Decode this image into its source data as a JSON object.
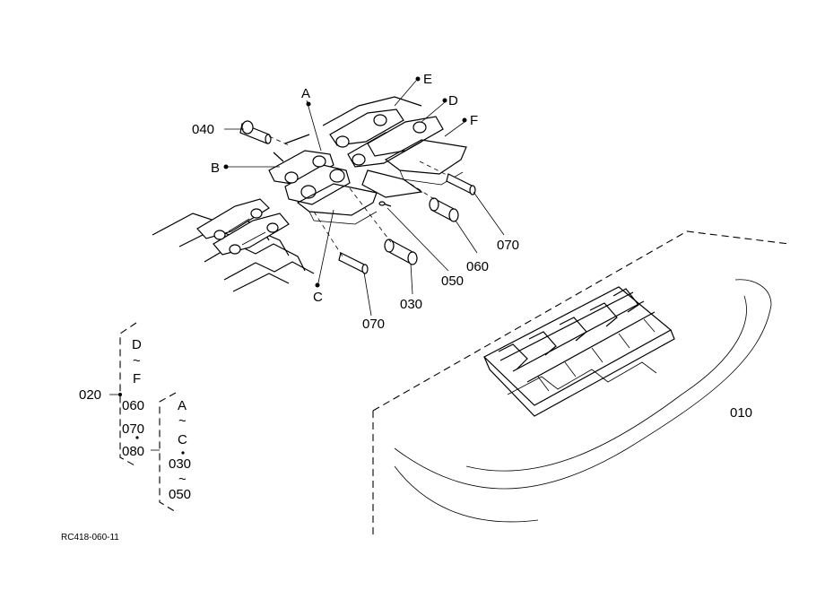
{
  "callouts": {
    "a": "A",
    "b": "B",
    "c": "C",
    "d": "D",
    "e": "E",
    "f": "F",
    "p040": "040",
    "p050": "050",
    "p060": "060",
    "p070_right": "070",
    "p070_left": "070",
    "p030": "030",
    "p010": "010"
  },
  "legend": {
    "p020": "020",
    "d": "D",
    "tilde1": "~",
    "f": "F",
    "p060": "060",
    "p070": "070",
    "p080": "080",
    "a": "A",
    "tilde2": "~",
    "c": "C",
    "p030": "030",
    "tilde3": "~",
    "p050": "050"
  },
  "drawing_code": "RC418-060-11"
}
